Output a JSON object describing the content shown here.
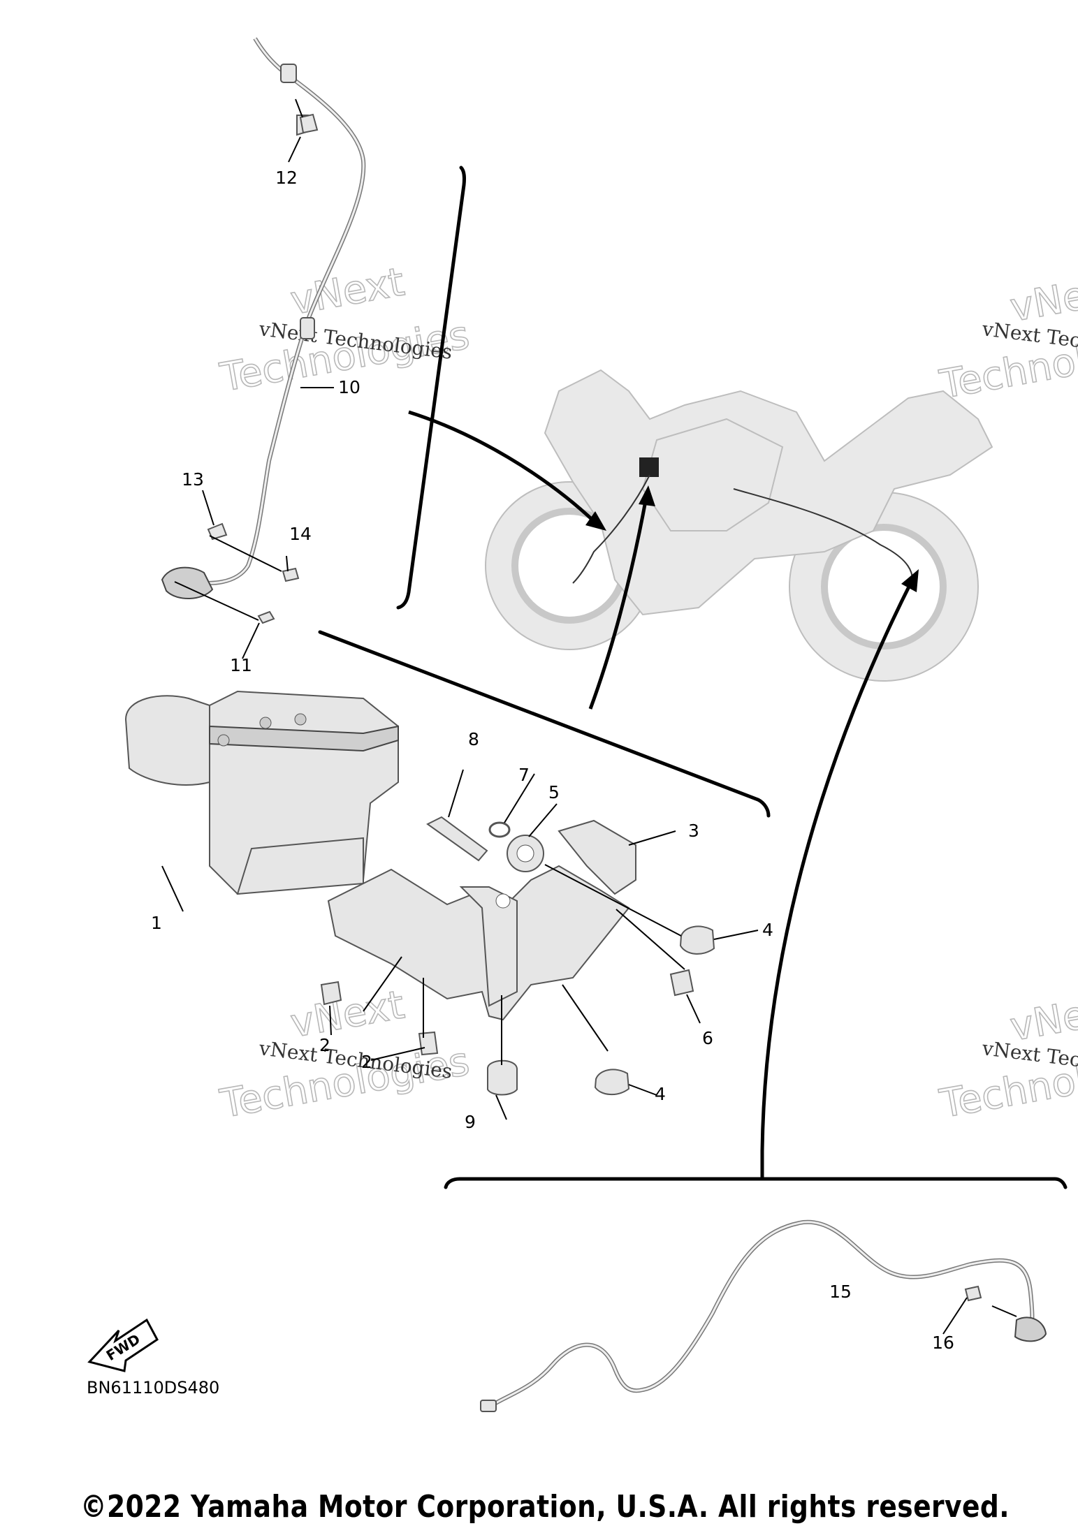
{
  "callouts": {
    "n1": "1",
    "n2a": "2",
    "n2b": "2",
    "n3": "3",
    "n4a": "4",
    "n4b": "4",
    "n5": "5",
    "n6": "6",
    "n7": "7",
    "n8": "8",
    "n9": "9",
    "n10": "10",
    "n11": "11",
    "n12": "12",
    "n13": "13",
    "n14": "14",
    "n15": "15",
    "n16": "16"
  },
  "watermark": {
    "line1": "vNext Technologies",
    "big1": "vNext",
    "big2": "Technologies"
  },
  "fwd_label": "FWD",
  "drawing_code": "BN61110DS480",
  "copyright": "©2022 Yamaha Motor Corporation, U.S.A. All rights reserved.",
  "colors": {
    "line": "#000000",
    "part_fill": "#e6e6e6",
    "watermark": "#b8b8b8"
  }
}
